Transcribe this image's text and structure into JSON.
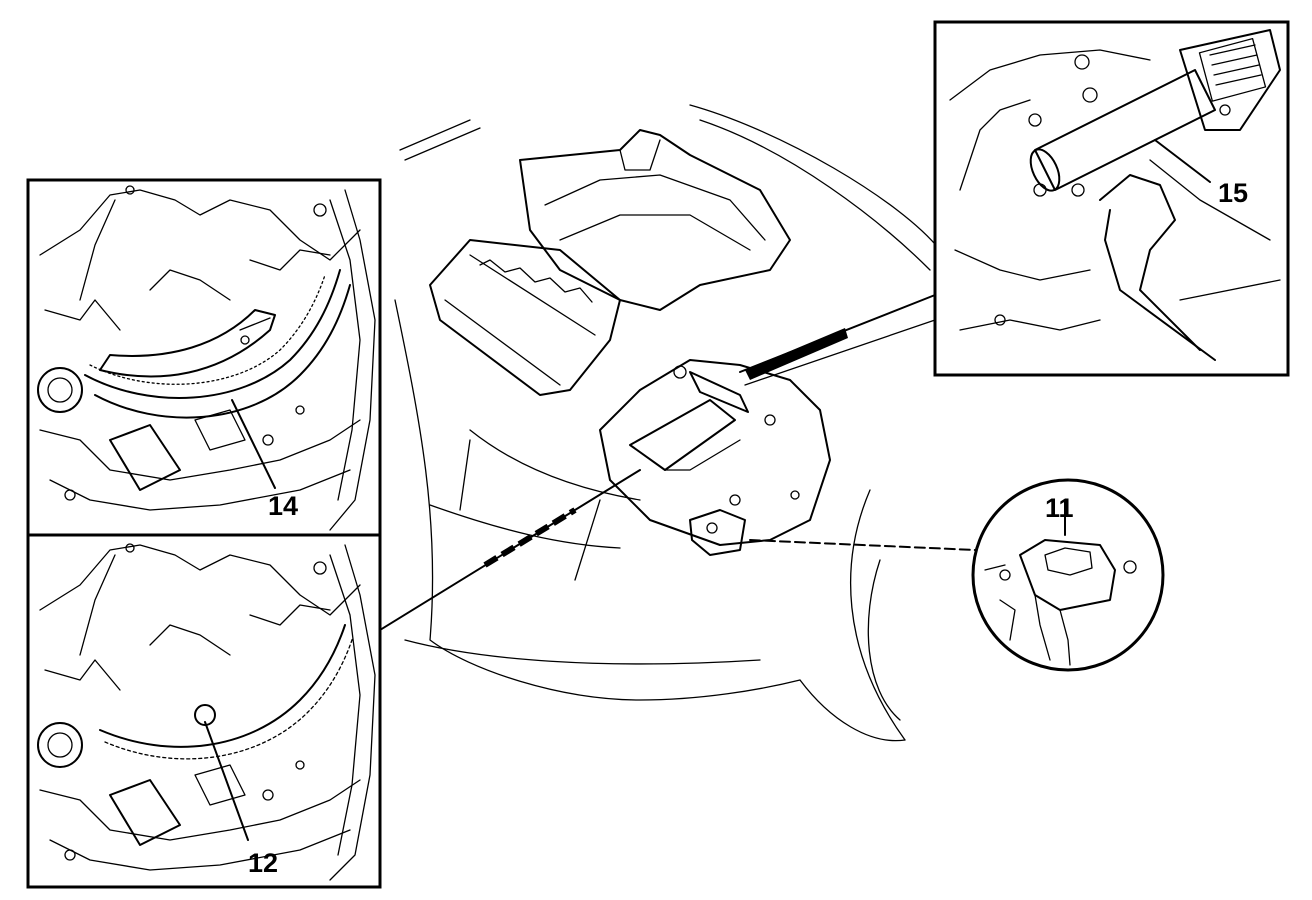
{
  "figure": {
    "callouts": {
      "c11": "11",
      "c12": "12",
      "c14": "14",
      "c15": "15"
    }
  }
}
